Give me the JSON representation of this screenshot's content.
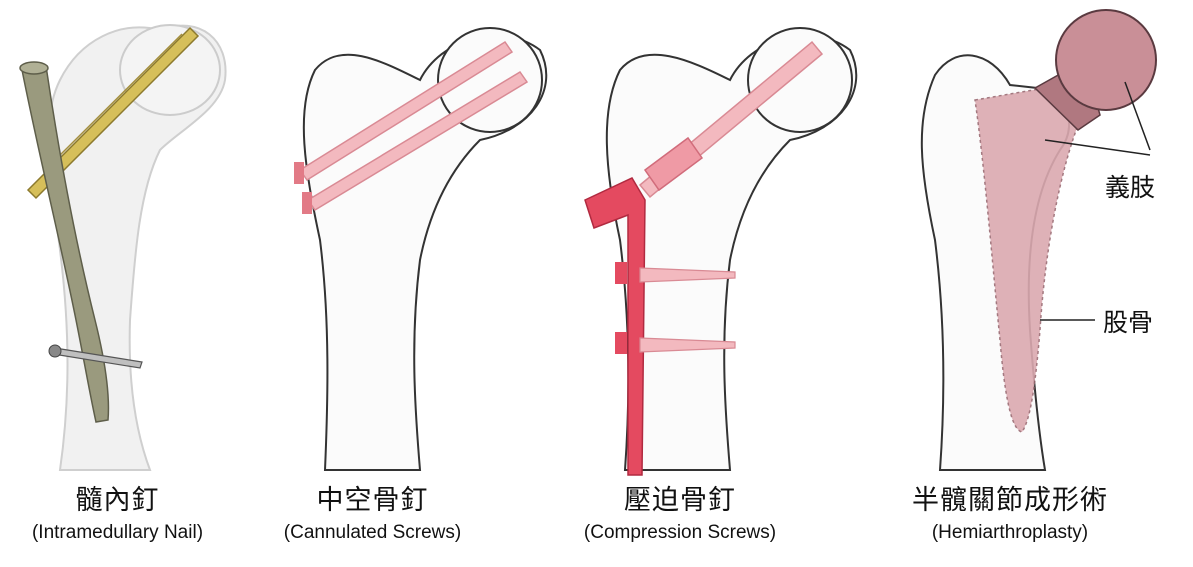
{
  "panels": [
    {
      "title_zh": "髓內釘",
      "title_en": "(Intramedullary Nail)"
    },
    {
      "title_zh": "中空骨釘",
      "title_en": "(Cannulated Screws)"
    },
    {
      "title_zh": "壓迫骨釘",
      "title_en": "(Compression Screws)"
    },
    {
      "title_zh": "半髖關節成形術",
      "title_en": "(Hemiarthroplasty)"
    }
  ],
  "callouts": {
    "prosthesis": "義肢",
    "femur": "股骨"
  },
  "colors": {
    "nail": "#9a9a7e",
    "drill": "#d6bf5a",
    "screw_pink": "#f3b9bf",
    "plate_red": "#e44a60",
    "prosthesis": "#c98f97",
    "bone_outline": "#333333"
  }
}
